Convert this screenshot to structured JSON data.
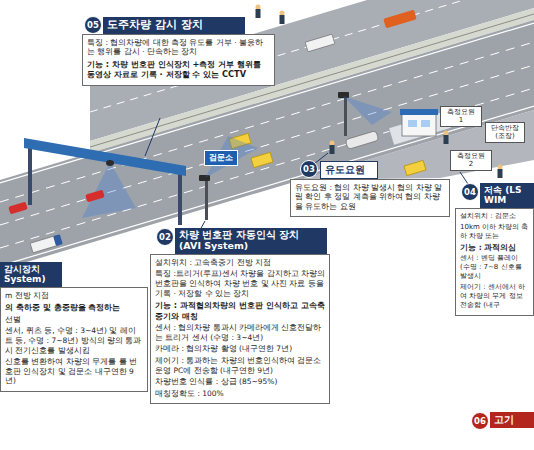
{
  "diagram": {
    "nodes": [
      {
        "text": [
          "도주차량 감시 장치",
          "특징 : 협의차량에 대한 측정 유도를 거부 · 불응하는 행위를 감시 · 단속하는 장치",
          "기능 : 차량 번호판 인식장치 +측정 거부 행위를 동영상 자료로 기록 · 저장할 수 있는 CCTV"
        ]
      },
      {
        "text": [
          "검문소"
        ]
      },
      {
        "text": [
          "측정요원 1"
        ]
      },
      {
        "text": [
          "단속반장 (조장)"
        ]
      },
      {
        "text": [
          "측정요원 2"
        ]
      },
      {
        "text": [
          "유도요원",
          "유도요원 : 협의 차량 발생시 협의 차량 알림 확인 후 정밀 계측을 위하여 협의 차량을 유도하는 요원"
        ]
      },
      {
        "text": [
          "저속 (LS WIM",
          "설치위치 : 검문소",
          "10km 이하 차량의 축하 차량 또는",
          "기능 : 과적의심",
          "센서 : 벤딩 플레이 (수명 : 7~8 신호를 발생시",
          "제어기 : 센서에서 하여 차량의 무게 정보 전송함 (내구"
        ]
      },
      {
        "text": [
          "감시장치 System)",
          "m 전방 지점",
          "의 축하중 및 총중량을 측정하는",
          "선별",
          "센서, 퀴츠 등, 수명 : 3~4년) 및 레이트 등, 수명 : 7~8년) 방식의 량의 통과시 전기신호를 발생시킴",
          "신호를 변환하여 차량의 무게를 를 번호판 인식장치 및 검문소 내구연한 9년)"
        ]
      },
      {
        "text": [
          "차량 번호판 자동인식 장치 (AVI System)",
          "설치위치 : 고속축중기 전방 지점",
          "특징 :트리거(루프)센서 차량을 감지하고 차량의 번호판을 인식하여 차량 번호 및 사진 자료 등을 기록 · 저장할 수 있는 장치",
          "기능 : 과적협의차량의 번호판 인식하고 고속축중기와 매칭",
          "센서 : 협의차량 통과시 카메라에게 신호전달하는 트리거 센서 (수명 : 3~4년)",
          "카메라 : 협의차량 촬영 (내구연한 7년)",
          "제어기 : 통과하는 차량의 번호인식하여 검문소 운영 PC에 전송함 (내구연한 9년)",
          "차량번호 인식률 : 상급 (85~95%)",
          "매칭정확도 : 100%"
        ]
      },
      {
        "text": [
          "고기"
        ]
      }
    ],
    "labels": [
      "05",
      "03",
      "04",
      "02",
      "06"
    ]
  }
}
